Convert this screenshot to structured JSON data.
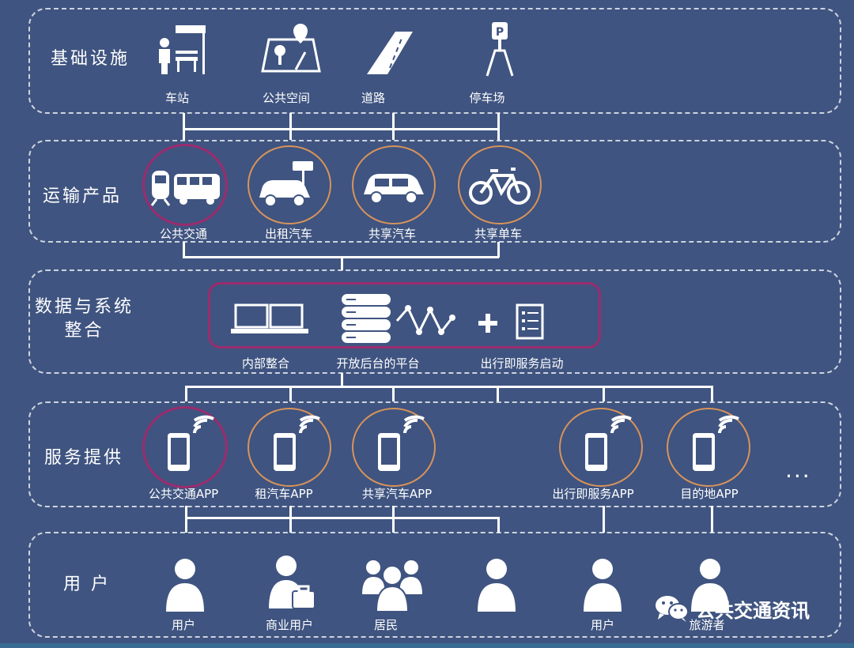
{
  "layers": {
    "infrastructure": {
      "title": "基础设施",
      "items": [
        "车站",
        "公共空间",
        "道路",
        "停车场"
      ]
    },
    "transport_products": {
      "title": "运输产品",
      "items": [
        "公共交通",
        "出租汽车",
        "共享汽车",
        "共享单车"
      ]
    },
    "data_integration": {
      "title_line1": "数据与系统",
      "title_line2": "整合",
      "items": [
        "内部整合",
        "开放后台的平台",
        "出行即服务启动"
      ]
    },
    "service_provision": {
      "title": "服务提供",
      "items": [
        "公共交通APP",
        "租汽车APP",
        "共享汽车APP",
        "出行即服务APP",
        "目的地APP"
      ],
      "more": "..."
    },
    "users": {
      "title": "用 户",
      "items": [
        "用户",
        "商业用户",
        "居民",
        "用户",
        "旅游者"
      ]
    }
  },
  "watermark": "公共交通资讯",
  "colors": {
    "background": "#3f5480",
    "highlight_purple": "#9b2c6e",
    "ring_orange": "#d8935a"
  }
}
